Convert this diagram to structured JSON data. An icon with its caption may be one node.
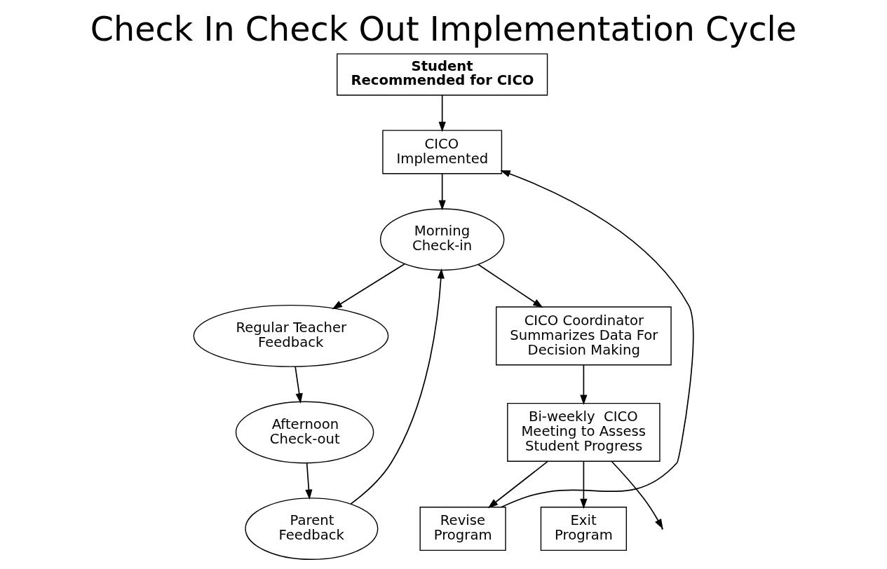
{
  "diagram": {
    "title": "Check In Check Out Implementation Cycle",
    "nodes": [
      {
        "text": [
          "Student Recommended for CICO"
        ]
      },
      {
        "text": [
          "CICO Implemented"
        ]
      },
      {
        "text": [
          "Morning Check-in"
        ]
      },
      {
        "text": [
          "Regular Teacher Feedback"
        ]
      },
      {
        "text": [
          "Afternoon Check-out"
        ]
      },
      {
        "text": [
          "Parent Feedback"
        ]
      },
      {
        "text": [
          "CICO Coordinator Summarizes Data For Decision Making"
        ]
      },
      {
        "text": [
          "Bi-weekly  CICO Meeting to Assess Student Progress"
        ]
      },
      {
        "text": [
          "Revise Program"
        ]
      },
      {
        "text": [
          "Exit Program"
        ]
      }
    ],
    "edges": [
      {
        "from": 0,
        "to": 1,
        "arrow": "to"
      },
      {
        "from": 1,
        "to": 2,
        "arrow": "to"
      },
      {
        "from": 2,
        "to": 3,
        "arrow": "to"
      },
      {
        "from": 3,
        "to": 4,
        "arrow": "to"
      },
      {
        "from": 4,
        "to": 5,
        "arrow": "to"
      },
      {
        "from": 5,
        "to": 2,
        "arrow": "to"
      },
      {
        "from": 2,
        "to": 6,
        "arrow": "to"
      },
      {
        "from": 6,
        "to": 7,
        "arrow": "to"
      },
      {
        "from": 7,
        "to": 8,
        "arrow": "to"
      },
      {
        "from": 7,
        "to": 9,
        "arrow": "to"
      },
      {
        "from": 7,
        "to": null,
        "arrow": "to"
      },
      {
        "from": 8,
        "to": 1,
        "arrow": "to"
      }
    ]
  }
}
